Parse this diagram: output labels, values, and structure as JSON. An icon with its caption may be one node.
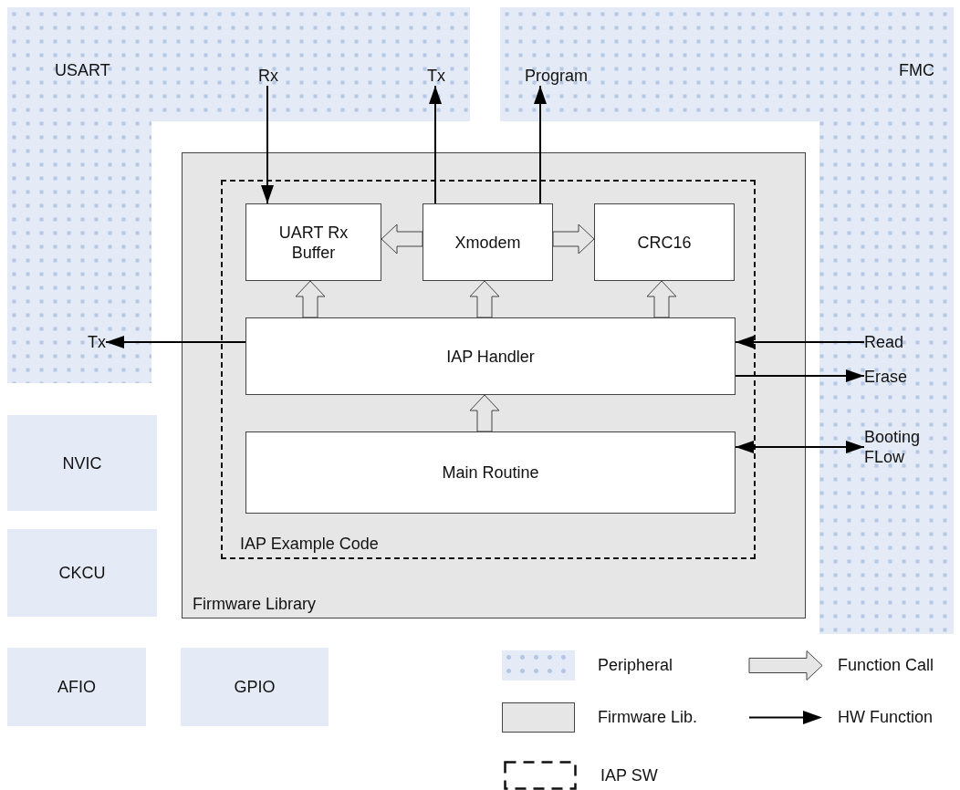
{
  "diagram": {
    "nodes": [
      {
        "text": [
          "USART"
        ]
      },
      {
        "text": [
          "Rx"
        ],
        "in": 0
      },
      {
        "text": [
          "Tx"
        ],
        "in": 0
      },
      {
        "text": [
          "Tx"
        ],
        "in": 0
      },
      {
        "text": [
          "FMC"
        ]
      },
      {
        "text": [
          "Program"
        ],
        "in": 4
      },
      {
        "text": [
          "Read"
        ],
        "in": 4
      },
      {
        "text": [
          "Erase"
        ],
        "in": 4
      },
      {
        "text": [
          "Booting FLow"
        ],
        "in": 4
      },
      {
        "text": [
          "Firmware Library"
        ]
      },
      {
        "text": [
          "IAP Example Code"
        ],
        "in": 9
      },
      {
        "text": [
          "UART Rx Buffer"
        ],
        "in": 10
      },
      {
        "text": [
          "Xmodem"
        ],
        "in": 10
      },
      {
        "text": [
          "CRC16"
        ],
        "in": 10
      },
      {
        "text": [
          "IAP Handler"
        ],
        "in": 10
      },
      {
        "text": [
          "Main Routine"
        ],
        "in": 10
      },
      {
        "text": [
          "NVIC"
        ]
      },
      {
        "text": [
          "CKCU"
        ]
      },
      {
        "text": [
          "AFIO"
        ]
      },
      {
        "text": [
          "GPIO"
        ]
      }
    ],
    "edges": [
      {
        "from": 1,
        "to": 11,
        "arrow": "to"
      },
      {
        "from": 12,
        "to": 2,
        "arrow": "to"
      },
      {
        "from": 12,
        "to": 5,
        "arrow": "to"
      },
      {
        "from": 14,
        "to": 3,
        "arrow": "to"
      },
      {
        "from": 6,
        "to": 14,
        "arrow": "to"
      },
      {
        "from": 14,
        "to": 7,
        "arrow": "to"
      },
      {
        "from": 15,
        "to": 8,
        "arrow": "both"
      },
      {
        "from": 12,
        "to": 11,
        "arrow": "to",
        "style": "thick"
      },
      {
        "from": 12,
        "to": 13,
        "arrow": "to",
        "style": "thick"
      },
      {
        "from": 14,
        "to": 11,
        "arrow": "to",
        "style": "thick"
      },
      {
        "from": 14,
        "to": 12,
        "arrow": "to",
        "style": "thick"
      },
      {
        "from": 14,
        "to": 13,
        "arrow": "to",
        "style": "thick"
      },
      {
        "from": 15,
        "to": 14,
        "arrow": "to",
        "style": "thick"
      }
    ],
    "legend": [
      {
        "text": "Peripheral",
        "color": "#e4ebf6"
      },
      {
        "text": "Function Call"
      },
      {
        "text": "Firmware Lib.",
        "color": "#e6e6e6"
      },
      {
        "text": "HW Function"
      },
      {
        "text": "IAP SW"
      }
    ]
  }
}
